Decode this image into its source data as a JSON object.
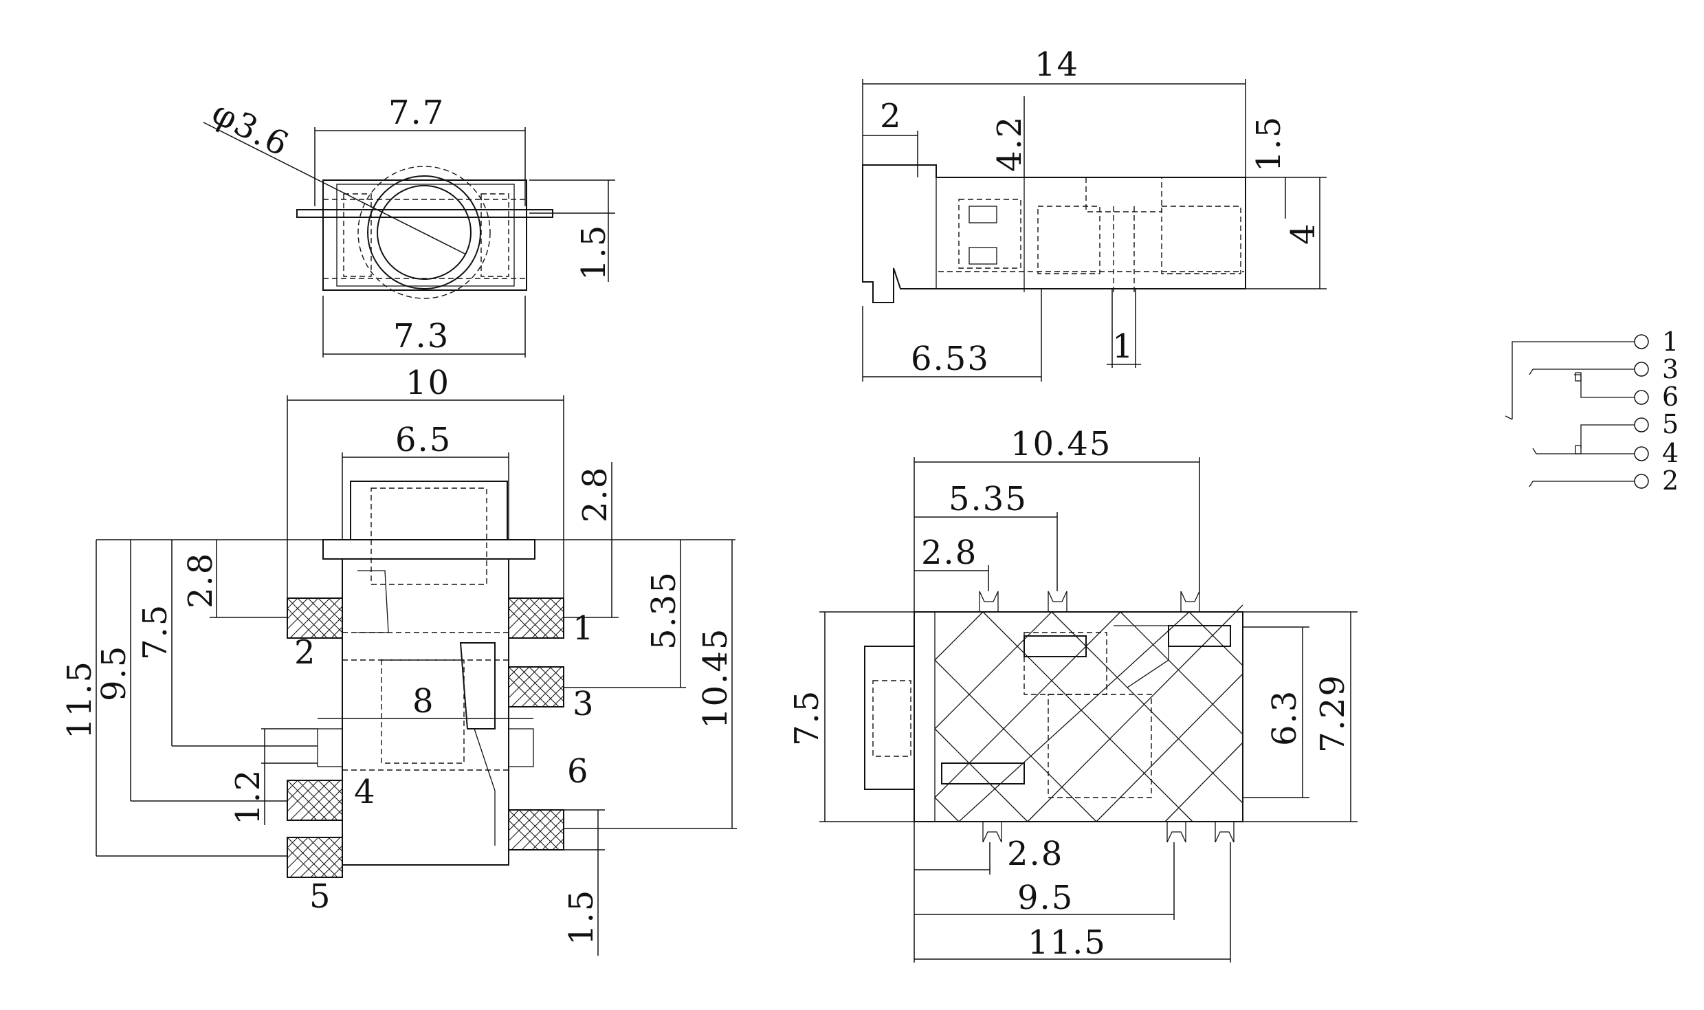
{
  "views": {
    "front": {
      "dim_width_top": "7.7",
      "dim_diameter": "φ3.6",
      "dim_width_bottom": "7.3",
      "dim_height": "1.5"
    },
    "side": {
      "dim_length": "14",
      "dim_left": "2",
      "dim_4_2": "4.2",
      "dim_1_5": "1.5",
      "dim_height": "4",
      "dim_6_53": "6.53",
      "dim_1": "1"
    },
    "bottom": {
      "dim_width": "10",
      "dim_body": "6.5",
      "dim_2_8_right": "2.8",
      "dim_2_8_left": "2.8",
      "dim_11_5": "11.5",
      "dim_9_5": "9.5",
      "dim_7_5": "7.5",
      "dim_1_2": "1.2",
      "dim_8": "8",
      "dim_5_35": "5.35",
      "dim_10_45": "10.45",
      "dim_1_5": "1.5",
      "pin_1": "1",
      "pin_2": "2",
      "pin_3": "3",
      "pin_4": "4",
      "pin_5": "5",
      "pin_6": "6"
    },
    "top": {
      "dim_10_45": "10.45",
      "dim_5_35": "5.35",
      "dim_2_8_top": "2.8",
      "dim_7_5": "7.5",
      "dim_6_3": "6.3",
      "dim_7_29": "7.29",
      "dim_2_8_bottom": "2.8",
      "dim_9_5": "9.5",
      "dim_11_5": "11.5"
    }
  },
  "schematic": {
    "pins": [
      "1",
      "3",
      "6",
      "5",
      "4",
      "2"
    ]
  }
}
